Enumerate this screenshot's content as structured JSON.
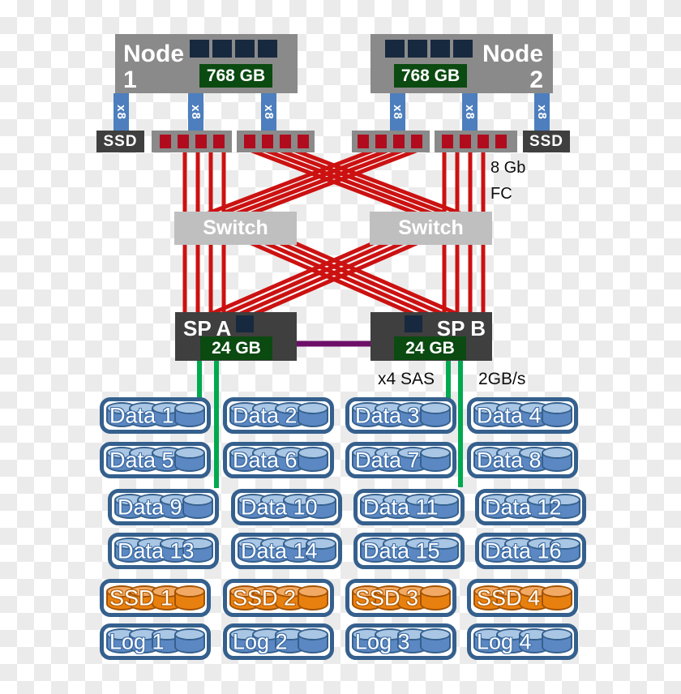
{
  "diagram": {
    "nodes": [
      {
        "label": "Node",
        "number": "1",
        "memory": "768 GB",
        "dimm_count": 4
      },
      {
        "label": "Node",
        "number": "2",
        "memory": "768 GB",
        "dimm_count": 4
      }
    ],
    "pcie_label": "x8",
    "ssd_cache_label": "SSD",
    "fc_note": {
      "line1": "8 Gb",
      "line2": "FC"
    },
    "switches": [
      {
        "label": "Switch"
      },
      {
        "label": "Switch"
      }
    ],
    "sps": [
      {
        "label": "SP A",
        "memory": "24 GB"
      },
      {
        "label": "SP B",
        "memory": "24 GB"
      }
    ],
    "sas_note": {
      "left": "x4 SAS",
      "right": "2GB/s"
    },
    "ports_per_group": 4,
    "disk_rows": [
      {
        "kind": "data",
        "labels": [
          "Data 1",
          "Data 2",
          "Data 3",
          "Data 4"
        ]
      },
      {
        "kind": "data",
        "labels": [
          "Data 5",
          "Data 6",
          "Data 7",
          "Data 8"
        ]
      },
      {
        "kind": "data",
        "labels": [
          "Data 9",
          "Data 10",
          "Data 11",
          "Data 12"
        ]
      },
      {
        "kind": "data",
        "labels": [
          "Data 13",
          "Data 14",
          "Data 15",
          "Data 16"
        ]
      },
      {
        "kind": "ssd",
        "labels": [
          "SSD 1",
          "SSD 2",
          "SSD 3",
          "SSD 4"
        ]
      },
      {
        "kind": "log",
        "labels": [
          "Log 1",
          "Log 2",
          "Log 3",
          "Log 4"
        ]
      }
    ],
    "colors": {
      "node_gray": "#8a8a8a",
      "switch_gray": "#bfbfbf",
      "sp_gray": "#3f3f3f",
      "dimm_navy": "#17293e",
      "memory_green": "#0b4a11",
      "port_red": "#b00c1e",
      "fc_red": "#cc1111",
      "sas_green": "#00a94f",
      "mirror_purple": "#6d0f68",
      "pcie_blue": "#4d7ebd",
      "disk_blue": "#5b87c2",
      "disk_blue_top": "#a9c6e4",
      "disk_outline": "#35608d",
      "disk_text_outline": "#3c6ca6",
      "ssd_orange": "#e8800f",
      "ssd_orange_top": "#f2a963",
      "ssd_outline": "#a35200",
      "ssd_text_outline": "#b35b00"
    }
  }
}
